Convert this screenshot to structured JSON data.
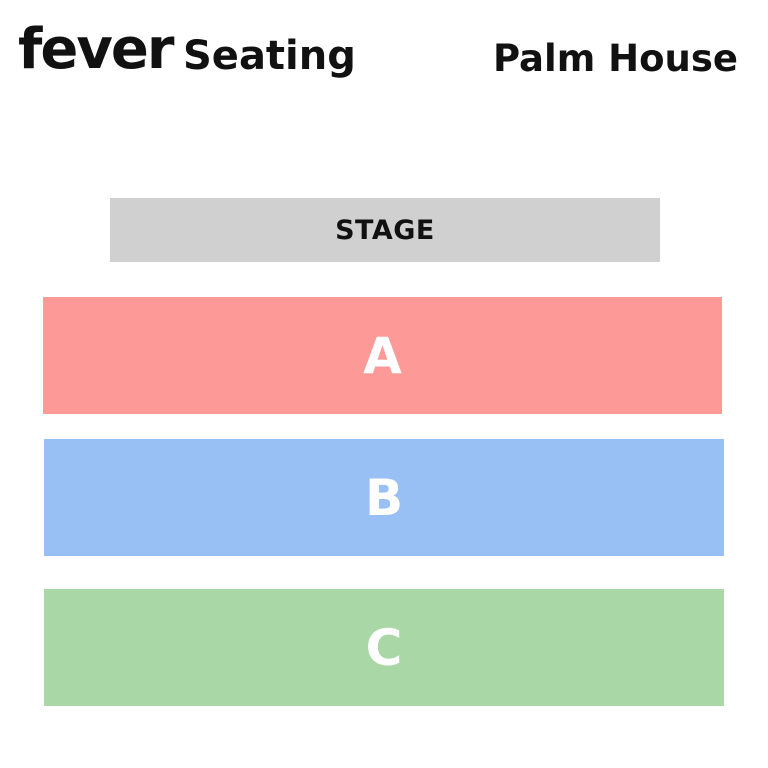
{
  "header": {
    "logo": "fever",
    "subtitle": "Seating",
    "venue": "Palm House"
  },
  "stage": {
    "label": "STAGE",
    "color": "#d0d0d0"
  },
  "sections": [
    {
      "label": "A",
      "color": "#fd9a98"
    },
    {
      "label": "B",
      "color": "#98c0f4"
    },
    {
      "label": "C",
      "color": "#a9d7a5"
    }
  ]
}
